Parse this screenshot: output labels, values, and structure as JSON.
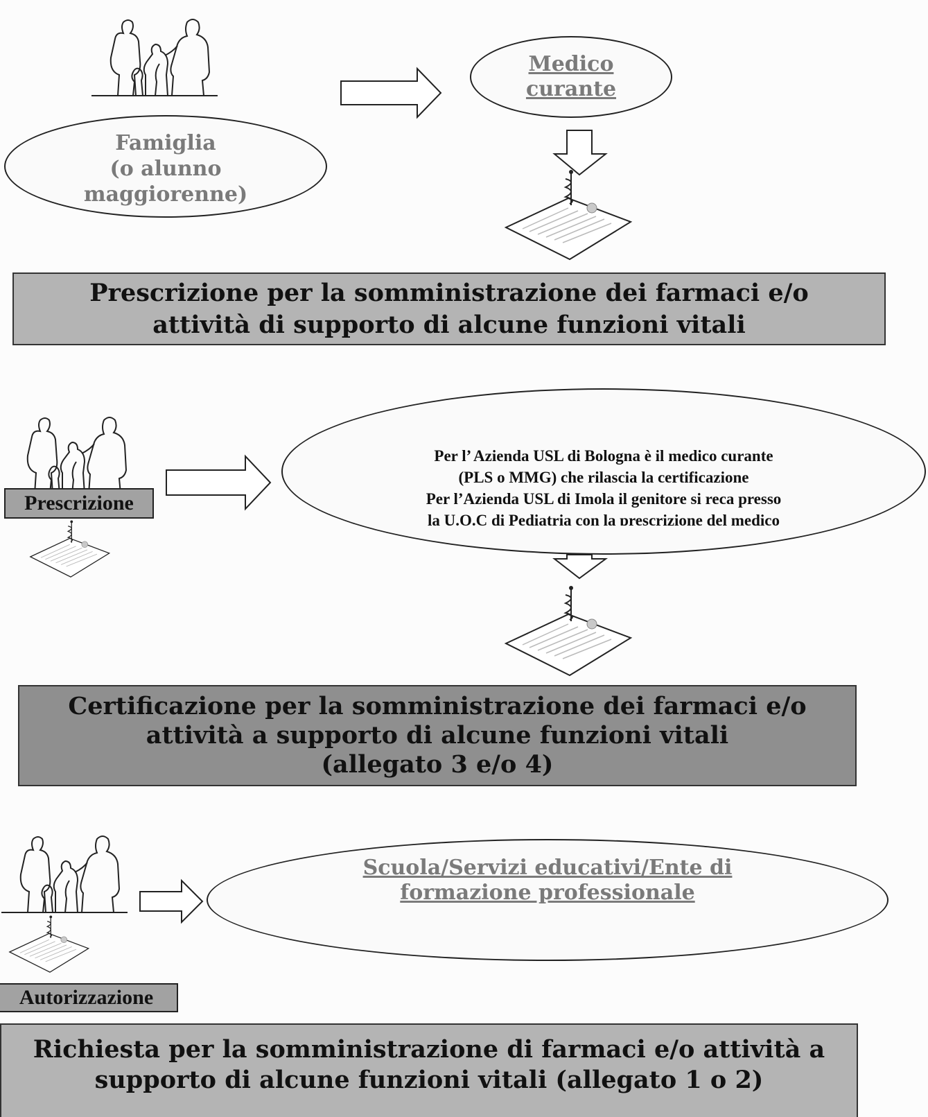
{
  "section1": {
    "family_label_lines": [
      "Famiglia",
      "(o alunno",
      "maggiorenne)"
    ],
    "doctor_label_lines": [
      "Medico",
      "curante"
    ],
    "banner_lines": [
      "Prescrizione per la somministrazione dei farmaci e/o",
      "attività di supporto di alcune funzioni vitali"
    ]
  },
  "section2": {
    "tag_label": "Prescrizione",
    "info_lines": [
      "Per l’ Azienda USL di Bologna è il medico curante",
      "(PLS o MMG) che rilascia la certificazione",
      "Per l’Azienda USL di Imola il genitore si reca  presso",
      "la U.O.C di Pediatria con la prescrizione del medico"
    ],
    "banner_lines": [
      "Certificazione per la somministrazione dei farmaci e/o",
      "attività a supporto di alcune funzioni vitali",
      "(allegato 3 e/o 4)"
    ]
  },
  "section3": {
    "school_label_lines": [
      "Scuola/Servizi educativi/Ente di",
      "formazione professionale"
    ],
    "tag_label": "Autorizzazione",
    "banner_lines": [
      "Richiesta per la somministrazione di farmaci e/o attività a",
      "supporto di alcune funzioni vitali (allegato 1 o 2)"
    ]
  },
  "colors": {
    "banner_light": "#b4b4b4",
    "banner_dark": "#8f8f8f",
    "tag_fill": "#a2a2a2",
    "label_grey": "#7a7a7a"
  },
  "icons": [
    "family-icon",
    "arrow-right-icon",
    "arrow-down-icon",
    "prescription-document-icon"
  ]
}
